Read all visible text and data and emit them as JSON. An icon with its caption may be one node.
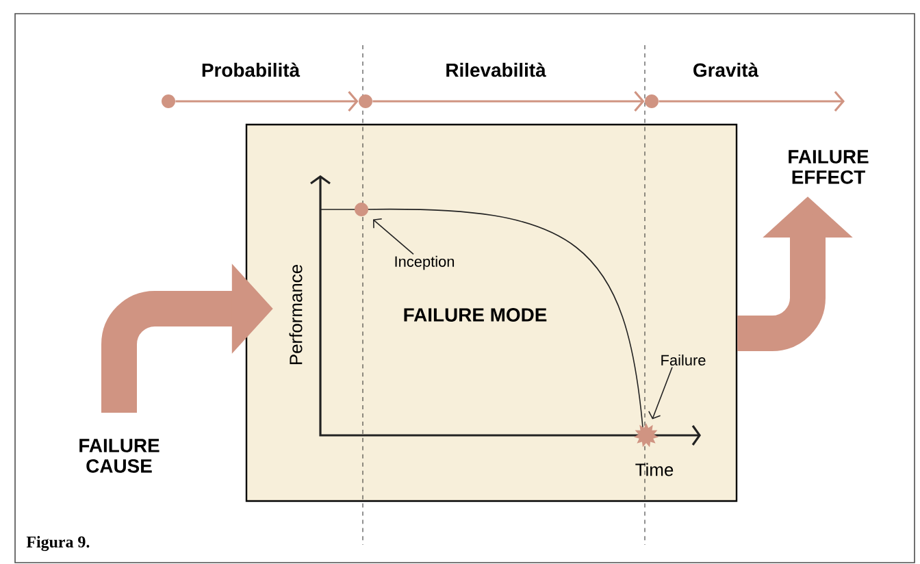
{
  "diagram": {
    "caption": "Figura 9.",
    "nodes": [
      {
        "text": [
          "FAILURE MODE"
        ]
      },
      {
        "text": [
          "FAILURE CAUSE"
        ]
      },
      {
        "text": [
          "FAILURE EFFECT"
        ]
      },
      {
        "text": [
          "Inception"
        ],
        "in": 0
      },
      {
        "text": [],
        "shape": "circle",
        "in": 0
      },
      {
        "text": [
          "Failure"
        ],
        "in": 0
      },
      {
        "text": [],
        "shape": "star",
        "in": 0
      },
      {
        "text": [],
        "shape": "circle"
      },
      {
        "text": [],
        "shape": "circle"
      },
      {
        "text": [],
        "shape": "circle"
      }
    ],
    "edges": [
      {
        "from": 1,
        "to": 0,
        "arrow": "to",
        "style": "thick"
      },
      {
        "from": 0,
        "to": 2,
        "arrow": "to",
        "style": "thick"
      },
      {
        "from": 3,
        "to": 4,
        "arrow": "to",
        "color": "#222222"
      },
      {
        "from": 5,
        "to": 6,
        "arrow": "to",
        "color": "#222222"
      },
      {
        "from": 7,
        "to": 8,
        "arrow": "to"
      },
      {
        "from": 8,
        "to": 9,
        "arrow": "to"
      },
      {
        "from": 9,
        "to": null,
        "arrow": "to"
      }
    ],
    "labels": [
      "Probabilità",
      "Rilevabilità",
      "Gravità",
      "Performance",
      "Time"
    ]
  }
}
